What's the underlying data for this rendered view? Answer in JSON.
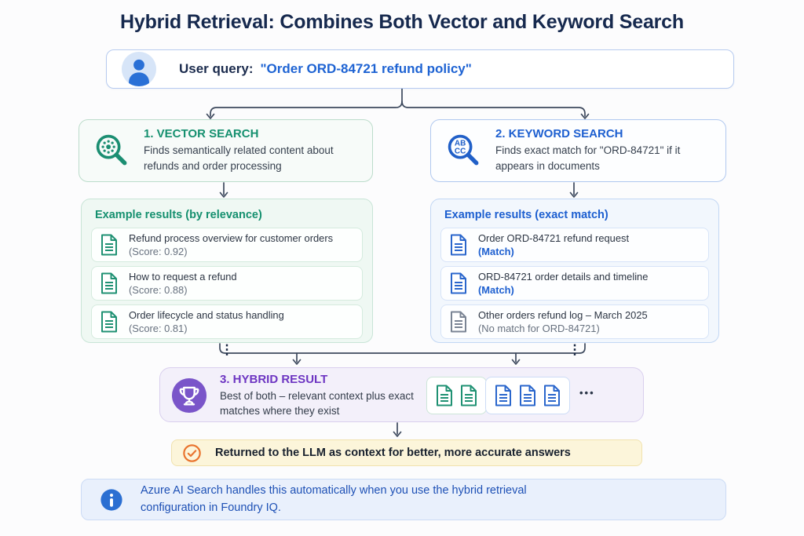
{
  "title": "Hybrid Retrieval: Combines Both Vector and Keyword Search",
  "user_query": {
    "label": "User query:",
    "query": "\"Order ORD-84721 refund policy\""
  },
  "vector_search": {
    "title": "1. VECTOR SEARCH",
    "description": "Finds semantically related content about refunds and order processing"
  },
  "keyword_search": {
    "title": "2. KEYWORD SEARCH",
    "description": "Finds exact match for \"ORD-84721\" if it appears in documents",
    "icon_top": "AB",
    "icon_bottom": "CC"
  },
  "vector_results": {
    "header": "Example results (by relevance)",
    "items": [
      {
        "title": "Refund process overview for customer orders",
        "note": "(Score: 0.92)"
      },
      {
        "title": "How to request a refund",
        "note": "(Score: 0.88)"
      },
      {
        "title": "Order lifecycle and status handling",
        "note": "(Score: 0.81)"
      }
    ],
    "more": "⋮"
  },
  "keyword_results": {
    "header": "Example results (exact match)",
    "items": [
      {
        "title": "Order ORD-84721 refund request",
        "note": "(Match)"
      },
      {
        "title": "ORD-84721 order details and timeline",
        "note": "(Match)"
      },
      {
        "title": "Other orders refund log – March 2025",
        "note": "(No match for ORD-84721)"
      }
    ],
    "more": "⋮"
  },
  "hybrid_result": {
    "title": "3. HYBRID RESULT",
    "description": "Best of both – relevant context plus exact matches where they exist",
    "more": "•••"
  },
  "llm_banner": {
    "text": "Returned to the LLM as context for better, more accurate answers"
  },
  "info_banner": {
    "text": "Azure AI Search handles this automatically when you use the hybrid retrieval configuration in Foundry IQ."
  },
  "colors": {
    "green_accent": "#15906f",
    "blue_accent": "#1d5fd0",
    "purple_accent": "#6d35c2",
    "orange_accent": "#e9742e",
    "navy_text": "#16294e",
    "connector": "#3e4a5e",
    "yellow_bg": "#fcf5da",
    "info_bg": "#e9f0fc"
  }
}
